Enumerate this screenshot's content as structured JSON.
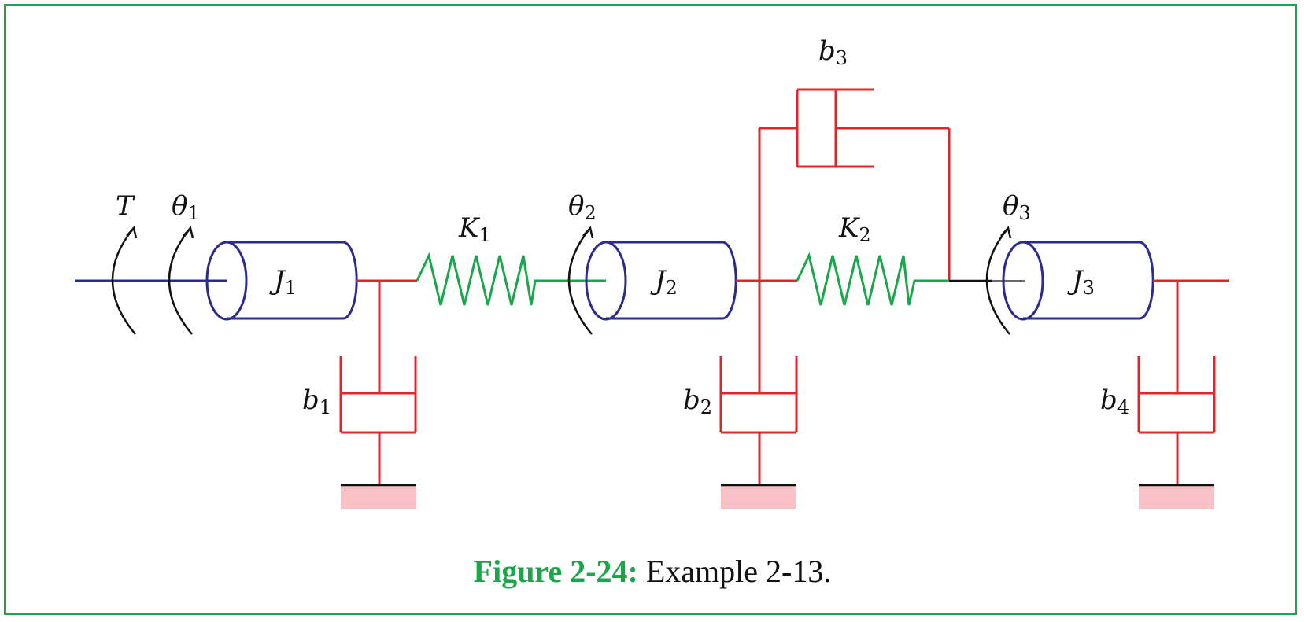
{
  "diagram": {
    "labels": {
      "torque": "T",
      "theta1": {
        "base": "θ",
        "sub": "1"
      },
      "theta2": {
        "base": "θ",
        "sub": "2"
      },
      "theta3": {
        "base": "θ",
        "sub": "3"
      },
      "J1": {
        "base": "J",
        "sub": "1"
      },
      "J2": {
        "base": "J",
        "sub": "2"
      },
      "J3": {
        "base": "J",
        "sub": "3"
      },
      "K1": {
        "base": "K",
        "sub": "1"
      },
      "K2": {
        "base": "K",
        "sub": "2"
      },
      "b1": {
        "base": "b",
        "sub": "1"
      },
      "b2": {
        "base": "b",
        "sub": "2"
      },
      "b3": {
        "base": "b",
        "sub": "3"
      },
      "b4": {
        "base": "b",
        "sub": "4"
      }
    },
    "colors": {
      "frame": "#1aa64a",
      "inertia": "#2b2b8f",
      "damper": "#e3242b",
      "spring": "#1aa64a",
      "ground": "#f7c1c6"
    }
  },
  "caption": {
    "prefix": "Figure 2-24:",
    "text": " Example 2-13."
  }
}
